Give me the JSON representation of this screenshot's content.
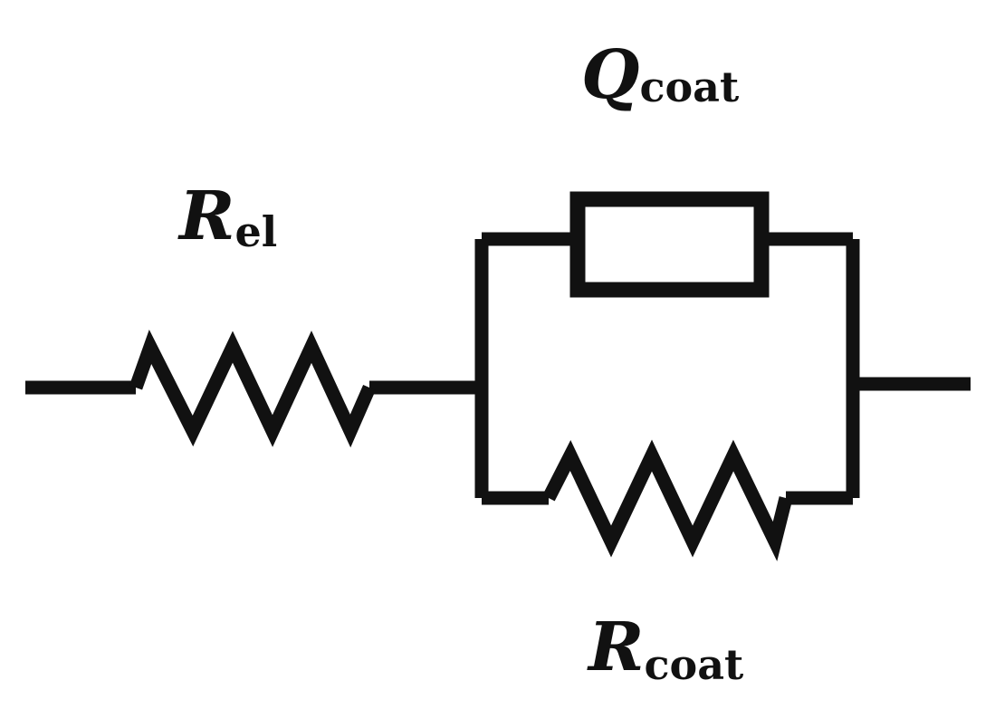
{
  "diagram": {
    "type": "equivalent-circuit",
    "stroke_color": "#111111",
    "background_color": "#ffffff",
    "components": [
      {
        "id": "r-el",
        "kind": "resistor",
        "symbol": "R",
        "subscript": "el",
        "connection": "series"
      },
      {
        "id": "q-coat",
        "kind": "constant-phase-element",
        "symbol": "Q",
        "subscript": "coat",
        "connection": "parallel-upper-branch"
      },
      {
        "id": "r-coat",
        "kind": "resistor",
        "symbol": "R",
        "subscript": "coat",
        "connection": "parallel-lower-branch"
      }
    ]
  }
}
